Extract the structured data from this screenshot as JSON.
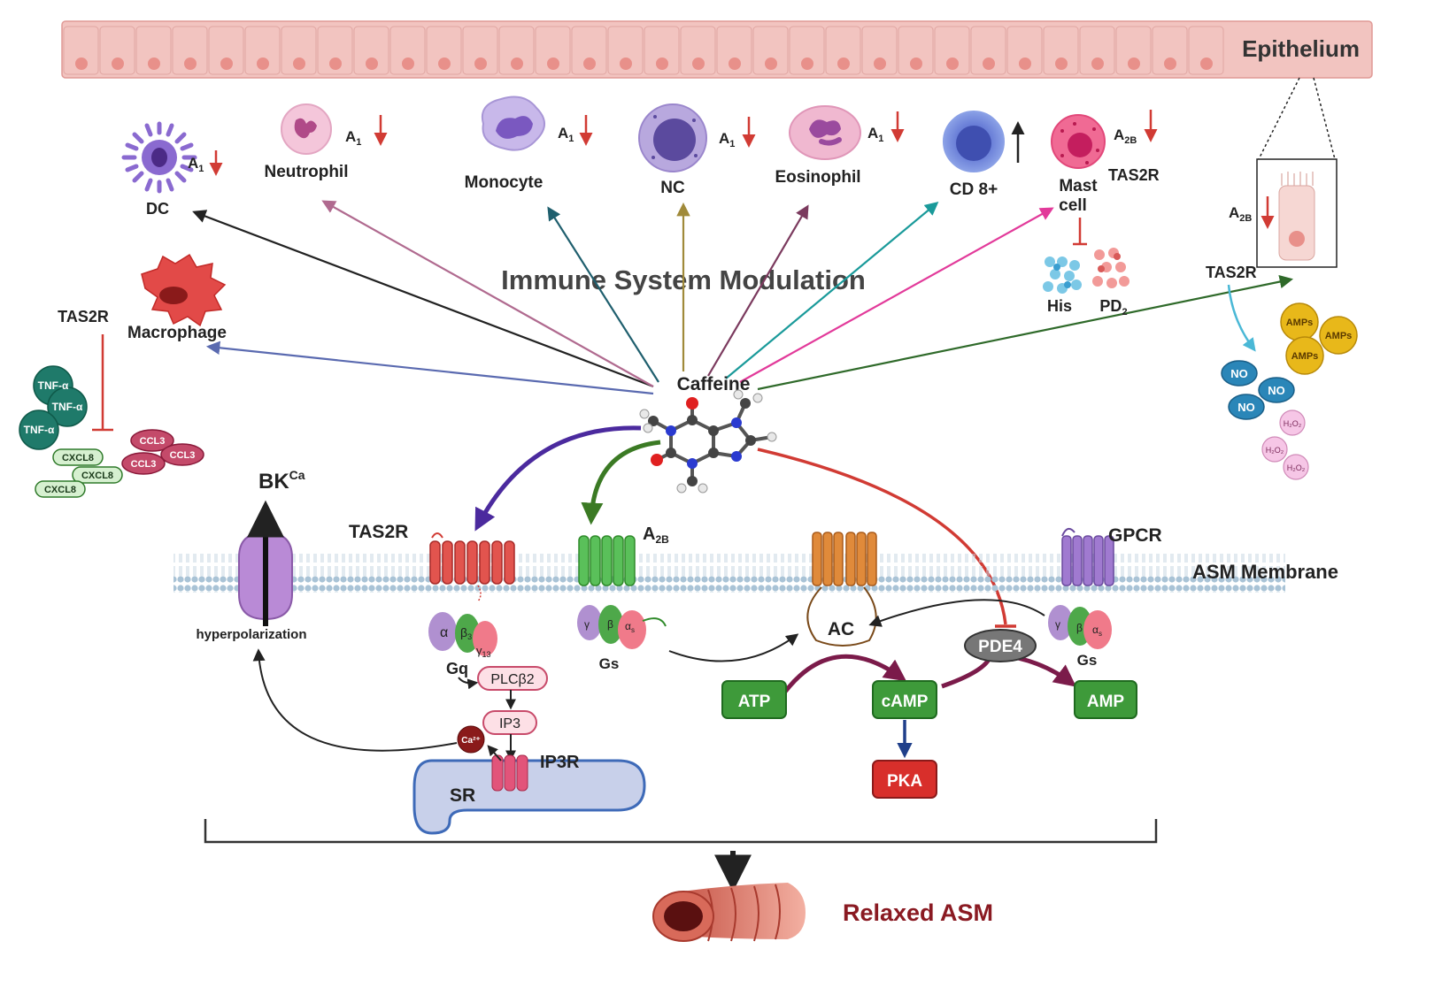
{
  "epithelium": "Epithelium",
  "title": "Immune System Modulation",
  "caffeine": "Caffeine",
  "cells": {
    "dc": {
      "label": "DC",
      "receptor": "A",
      "sub": "1"
    },
    "neutrophil": {
      "label": "Neutrophil",
      "receptor": "A",
      "sub": "1"
    },
    "monocyte": {
      "label": "Monocyte",
      "receptor": "A",
      "sub": "1"
    },
    "nc": {
      "label": "NC",
      "receptor": "A",
      "sub": "1"
    },
    "eosinophil": {
      "label": "Eosinophil",
      "receptor": "A",
      "sub": "1"
    },
    "cd8": {
      "label": "CD 8+"
    },
    "mast": {
      "label1": "Mast",
      "label2": "cell",
      "receptor": "A",
      "sub": "2B",
      "extra": "TAS2R"
    },
    "macrophage": {
      "label": "Macrophage"
    },
    "epi_cell": {
      "receptor": "A",
      "sub": "2B",
      "extra": "TAS2R"
    }
  },
  "mediators": {
    "his": "His",
    "pd": "PD",
    "pd_sub": "2",
    "no": "NO",
    "amps": "AMPs",
    "h2o2": "H₂O₂"
  },
  "cytokines": {
    "tas2r": "TAS2R",
    "tnf": "TNF-α",
    "cxcl8": "CXCL8",
    "ccl3": "CCL3"
  },
  "membrane": {
    "label": "ASM Membrane",
    "bk": "BK",
    "bk_sup": "Ca",
    "hyper": "hyperpolarization",
    "tas2r": "TAS2R",
    "a2b": "A",
    "a2b_sub": "2B",
    "gpcr": "GPCR",
    "gq": "Gq",
    "gs": "Gs",
    "alpha": "α",
    "beta3": "β",
    "beta3_sub": "3",
    "gamma13": "γ",
    "gamma13_sub": "13",
    "gamma": "γ",
    "beta": "β",
    "alpha_s": "α",
    "alpha_s_sub": "s",
    "plc": "PLCβ2",
    "ip3": "IP3",
    "ip3r": "IP3R",
    "ca": "Ca²⁺",
    "sr": "SR",
    "ac": "AC",
    "pde4": "PDE4",
    "atp": "ATP",
    "camp": "cAMP",
    "amp": "AMP",
    "pka": "PKA"
  },
  "outcome": "Relaxed ASM",
  "colors": {
    "epithelium": "#f2c4c0",
    "arrow_red": "#d13b34",
    "purple_arrow": "#4b2a9e",
    "green_arrow": "#3b7a24",
    "node_green": "#3e9a3a",
    "pka_red": "#d82f2b",
    "maroon": "#7b1b4a"
  }
}
